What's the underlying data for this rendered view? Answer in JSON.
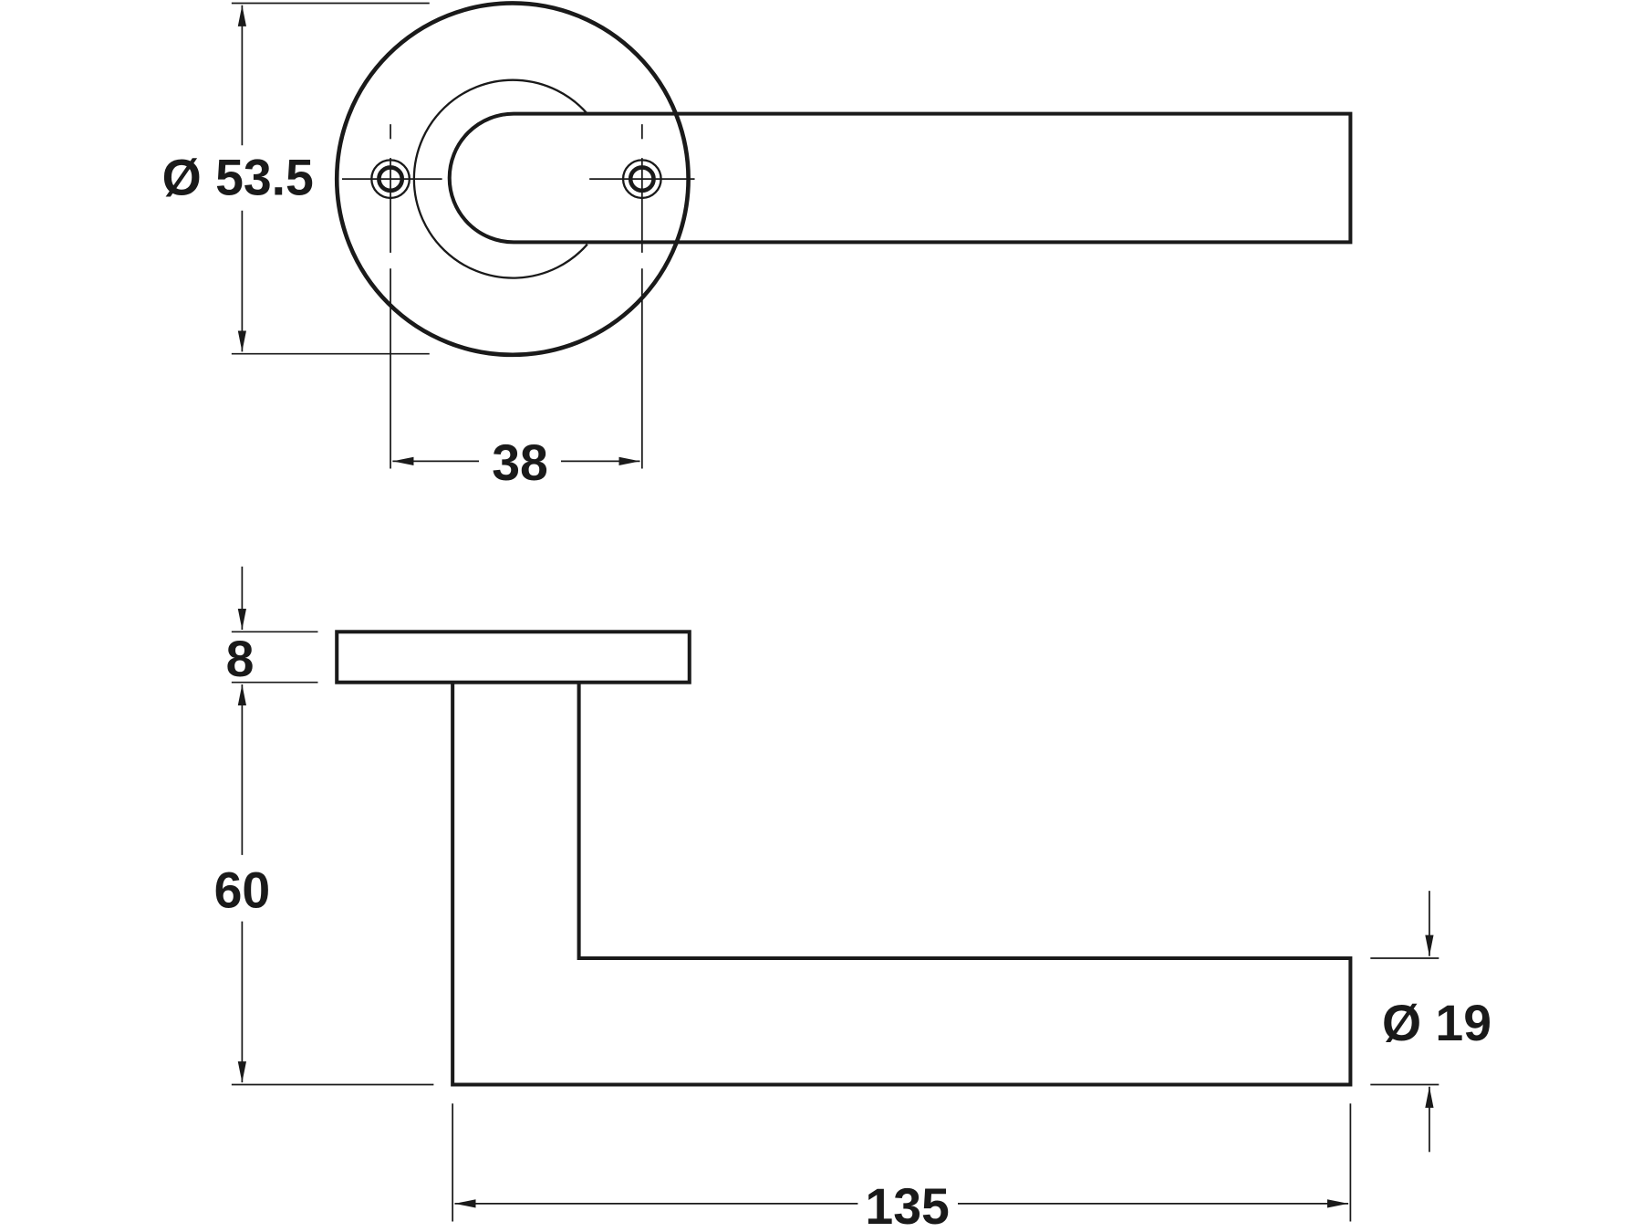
{
  "diagram": {
    "type": "technical drawing of a lever door handle on a round rose",
    "colors": {
      "line": "#1a1a1a",
      "background": "#ffffff"
    },
    "dimensions": {
      "rose_diameter": "Ø 53.5",
      "screw_spacing": "38",
      "rose_thickness": "8",
      "projection": "60",
      "lever_diameter": "Ø 19",
      "lever_length": "135"
    }
  }
}
